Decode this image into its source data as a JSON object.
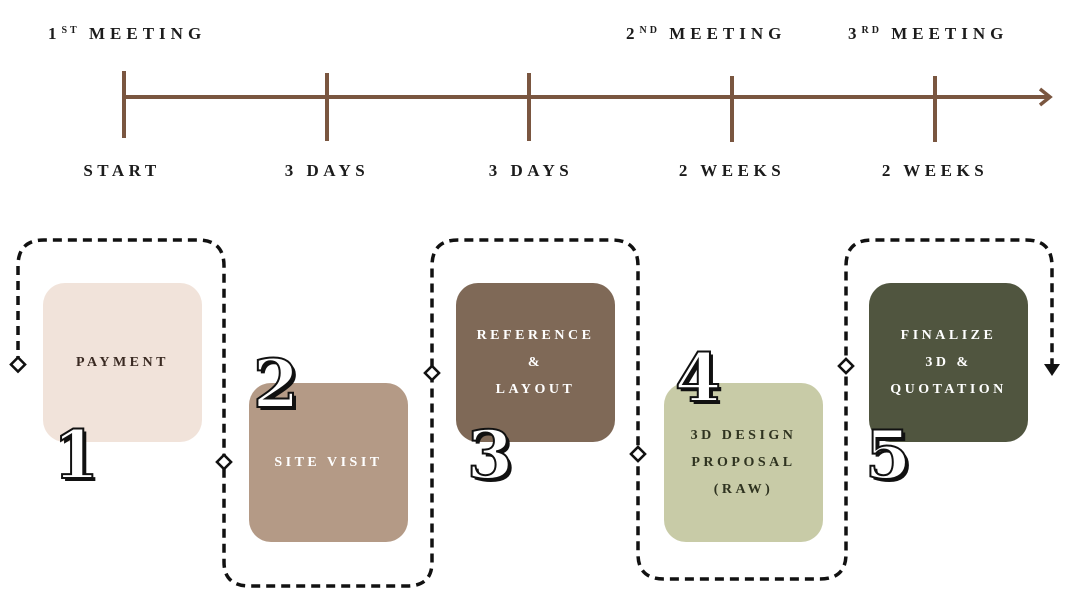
{
  "timeline": {
    "meetings": [
      {
        "num": "1",
        "suffix": "ST",
        "label": "MEETING"
      },
      {
        "num": "2",
        "suffix": "ND",
        "label": "MEETING"
      },
      {
        "num": "3",
        "suffix": "RD",
        "label": "MEETING"
      }
    ],
    "durations": [
      "START",
      "3 DAYS",
      "3 DAYS",
      "2 WEEKS",
      "2 WEEKS"
    ],
    "color": "#7a5640"
  },
  "steps": [
    {
      "number": "1",
      "label": "PAYMENT",
      "color": "#f1e3da",
      "text_color": "#3a2a22"
    },
    {
      "number": "2",
      "label": "SITE VISIT",
      "color": "#b49a86",
      "text_color": "#ffffff"
    },
    {
      "number": "3",
      "label": "REFERENCE\n&\nLAYOUT",
      "color": "#7f6957",
      "text_color": "#ffffff"
    },
    {
      "number": "4",
      "label": "3D DESIGN\nPROPOSAL\n(RAW)",
      "color": "#c8cba7",
      "text_color": "#2f3320"
    },
    {
      "number": "5",
      "label": "FINALIZE\n3D &\nQUOTATION",
      "color": "#50553f",
      "text_color": "#ffffff"
    }
  ],
  "connector_color": "#111111"
}
